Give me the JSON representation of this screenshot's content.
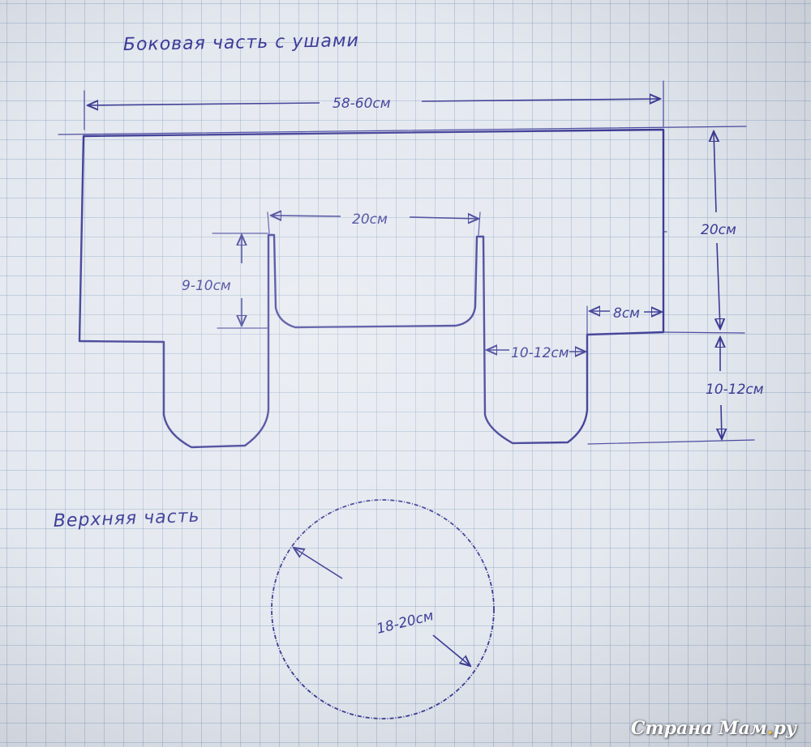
{
  "titles": {
    "side_part": "Боковая часть с ушами",
    "top_part": "Верхняя часть"
  },
  "dimensions": {
    "total_width": "58-60см",
    "cutout_width": "20см",
    "cutout_depth": "9-10см",
    "height": "20см",
    "step": "8см",
    "ear_width": "10-12см",
    "ear_height": "10-12см",
    "circle_diameter": "18-20см"
  },
  "watermark": {
    "text_main": "Страна Мам",
    "text_dot": ".",
    "text_tld": "ру"
  },
  "colors": {
    "ink": "#3b3a94",
    "grid": "#7896b9",
    "paper": "#e4e8ef"
  }
}
